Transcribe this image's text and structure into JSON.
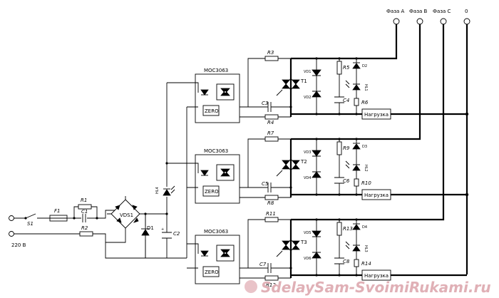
{
  "input": {
    "voltage": "220 В",
    "switch": "S1",
    "fuse": "F1"
  },
  "power": {
    "r1": "R1",
    "c1": "C1",
    "r2": "R2",
    "bridge": "VDS1",
    "zener": "D1",
    "cap": "C2",
    "led": "HL4"
  },
  "outputs": [
    "Фаза A",
    "Фаза B",
    "Фаза C",
    "0"
  ],
  "channels": [
    {
      "opto": "MOC3063",
      "zero": "ZERO",
      "r_gate": "R3",
      "r_snub": "R4",
      "c_snub": "C3",
      "triac": "T1",
      "tvs_a": "VD1",
      "tvs_b": "VD2",
      "r_shunt": "R5",
      "c_filt": "C4",
      "diode": "D2",
      "led": "HL1",
      "r_led": "R6",
      "load": "Нагрузка"
    },
    {
      "opto": "MOC3063",
      "zero": "ZERO",
      "r_gate": "R7",
      "r_snub": "R8",
      "c_snub": "C5",
      "triac": "T2",
      "tvs_a": "VD3",
      "tvs_b": "VD4",
      "r_shunt": "R9",
      "c_filt": "C6",
      "diode": "D3",
      "led": "HL2",
      "r_led": "R10",
      "load": "Нагрузка"
    },
    {
      "opto": "MOC3063",
      "zero": "ZERO",
      "r_gate": "R11",
      "r_snub": "R12",
      "c_snub": "C7",
      "triac": "T3",
      "tvs_a": "VD5",
      "tvs_b": "VD6",
      "r_shunt": "R13",
      "c_filt": "C8",
      "diode": "D4",
      "led": "HL3",
      "r_led": "R14",
      "load": "Нагрузка"
    }
  ],
  "watermark": "SdelaySam-SvoimiRukami.ru"
}
